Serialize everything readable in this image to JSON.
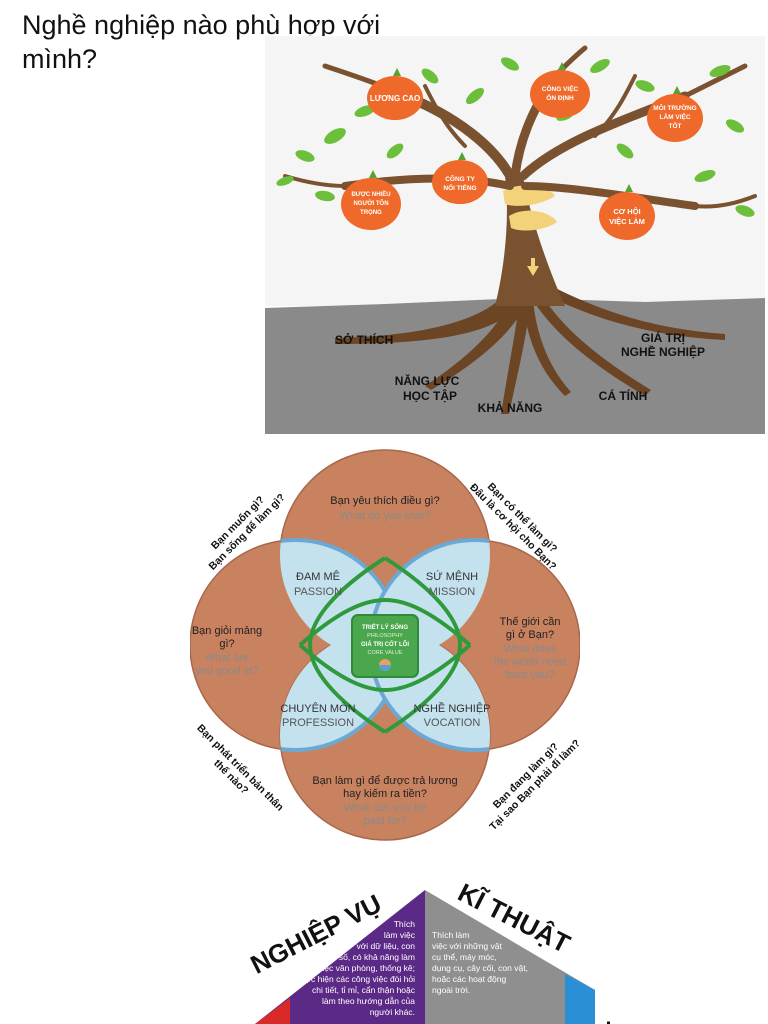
{
  "page": {
    "title": "Nghề nghiệp nào phù hợp với mình?"
  },
  "tree": {
    "fruits": [
      "LƯƠNG CAO",
      "CÔNG VIỆC ỔN ĐỊNH",
      "MÔI TRƯỜNG LÀM VIỆC TỐT",
      "CÔNG TY NỔI TIẾNG",
      "ĐƯỢC NHIỀU NGƯỜI TÔN TRỌNG",
      "CƠ HỘI VIỆC LÀM"
    ],
    "roots": [
      "SỞ THÍCH",
      "NĂNG LỰC HỌC TẬP",
      "KHẢ NĂNG",
      "CÁ TÍNH",
      "GIÁ TRỊ NGHỀ NGHIỆP"
    ]
  },
  "venn": {
    "top": {
      "vi": "Bạn yêu thích điều gì?",
      "en": "What do you love?"
    },
    "left": {
      "vi": "Bạn giỏi mảng gì?",
      "en": "What are you good at?"
    },
    "right": {
      "vi": "Thế giới cần gì ở Bạn?",
      "en": "What does the world need from you?"
    },
    "bottom": {
      "vi": "Bạn làm gì để được trả lương hay kiếm ra tiền?",
      "en": "What can you be paid for?"
    },
    "passion": {
      "vi": "ĐAM MÊ",
      "en": "PASSION"
    },
    "mission": {
      "vi": "SỨ MỆNH",
      "en": "MISSION"
    },
    "profession": {
      "vi": "CHUYÊN MÔN",
      "en": "PROFESSION"
    },
    "vocation": {
      "vi": "NGHỀ NGHIỆP",
      "en": "VOCATION"
    },
    "center": {
      "line1": "TRIẾT LÝ SỐNG",
      "line2": "PHILOSOPHY",
      "line3": "GIÁ TRỊ CỐT LÕI",
      "line4": "CORE VALUE"
    },
    "corner_tl": {
      "line1": "Bạn muốn gì?",
      "line2": "Bạn sống để làm gì?"
    },
    "corner_tr": {
      "line1": "Bạn có thể làm gì?",
      "line2": "Đâu là cơ hội cho Bạn?"
    },
    "corner_bl": {
      "line1": "Bạn phát triển bản thân",
      "line2": "thế nào?"
    },
    "corner_br": {
      "line1": "Bạn đang làm gì?",
      "line2": "Tại sao Bạn phải đi làm?"
    }
  },
  "hex": {
    "left_title": "NGHIỆP VỤ",
    "right_title": "KĨ THUẬT",
    "far_right_partial": "N",
    "left_text": [
      "Thích",
      "làm việc",
      "với dữ liệu, con",
      "số, có khả năng làm",
      "việc văn phòng, thống kê;",
      "thực hiện các công việc đòi hỏi",
      "chi tiết, tỉ mỉ, cẩn thận hoặc",
      "làm theo hướng dẫn của",
      "người khác."
    ],
    "right_text": [
      "Thích làm",
      "việc với những vật",
      "cụ thể, máy móc,",
      "dụng cụ, cây cối, con vật,",
      "hoặc các hoạt động",
      "ngoài trời."
    ]
  }
}
